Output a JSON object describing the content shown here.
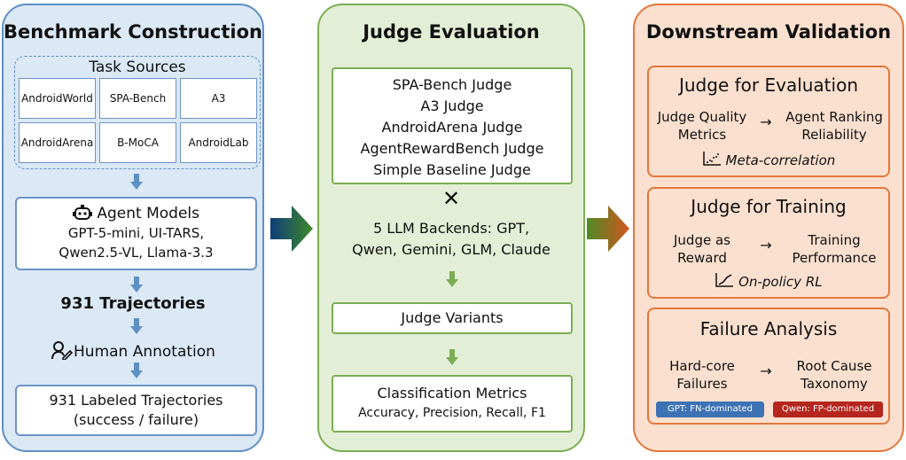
{
  "panel1": {
    "title": "Benchmark Construction",
    "task_sources_label": "Task Sources",
    "sources": [
      "AndroidWorld",
      "SPA-Bench",
      "A3",
      "AndroidArena",
      "B-MoCA",
      "AndroidLab"
    ],
    "agent_models_label": "Agent Models",
    "agent_models": [
      "GPT-5-mini, UI-TARS,",
      "Qwen2.5-VL, Llama-3.3"
    ],
    "trajectories": "931 Trajectories",
    "human_annotation": "Human Annotation",
    "labeled": [
      "931 Labeled Trajectories",
      "(success / failure)"
    ]
  },
  "panel2": {
    "title": "Judge Evaluation",
    "judges": [
      "SPA-Bench Judge",
      "A3 Judge",
      "AndroidArena Judge",
      "AgentRewardBench Judge",
      "Simple Baseline Judge"
    ],
    "times": "✕",
    "backends": [
      "5 LLM Backends: GPT,",
      "Qwen, Gemini, GLM, Claude"
    ],
    "variants": "Judge Variants",
    "metrics_title": "Classification Metrics",
    "metrics": "Accuracy, Precision, Recall, F1"
  },
  "panel3": {
    "title": "Downstream Validation",
    "eval": {
      "title": "Judge for Evaluation",
      "left": [
        "Judge Quality",
        "Metrics"
      ],
      "right": [
        "Agent Ranking",
        "Reliability"
      ],
      "note": "Meta-correlation"
    },
    "training": {
      "title": "Judge for Training",
      "left": [
        "Judge as",
        "Reward"
      ],
      "right": [
        "Training",
        "Performance"
      ],
      "note": "On-policy RL"
    },
    "failure": {
      "title": "Failure Analysis",
      "left": [
        "Hard-core",
        "Failures"
      ],
      "right": [
        "Root Cause",
        "Taxonomy"
      ],
      "tag_gpt": "GPT: FN-dominated",
      "tag_qwen": "Qwen: FP-dominated"
    }
  },
  "colors": {
    "blue": "#5f8fc4",
    "green": "#7cad55",
    "orange": "#e2773c",
    "tag_blue": "#3d73b5",
    "tag_red": "#b5261e"
  }
}
